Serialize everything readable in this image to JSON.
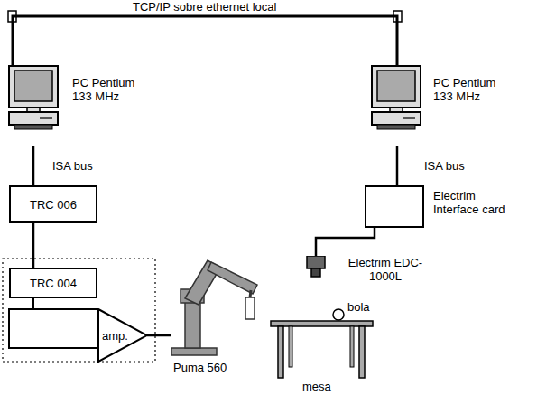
{
  "diagram": {
    "nodes": [
      {
        "text": [
          "PC Pentium 133 MHz"
        ]
      },
      {
        "text": [
          "PC Pentium 133 MHz"
        ]
      },
      {
        "text": [
          "TRC 006"
        ]
      },
      {
        "text": [
          "Electrim Interface card"
        ]
      },
      {
        "text": [
          "Electrim EDC-1000L"
        ]
      },
      {
        "text": [
          "TRC 004"
        ]
      },
      {
        "text": [
          "amp."
        ]
      },
      {
        "text": [
          "Puma 560"
        ]
      }
    ],
    "edges": [
      {
        "from": 0,
        "to": 1,
        "label": "TCP/IP sobre ethernet local",
        "arrow": "none"
      },
      {
        "from": 0,
        "to": 2,
        "label": "ISA bus",
        "arrow": "none"
      },
      {
        "from": 1,
        "to": 3,
        "label": "ISA bus",
        "arrow": "none"
      },
      {
        "from": 2,
        "to": 5,
        "arrow": "none"
      },
      {
        "from": 3,
        "to": 4,
        "arrow": "none"
      },
      {
        "from": 6,
        "to": 7,
        "arrow": "none"
      }
    ],
    "labels": [
      "bola",
      "mesa"
    ]
  }
}
